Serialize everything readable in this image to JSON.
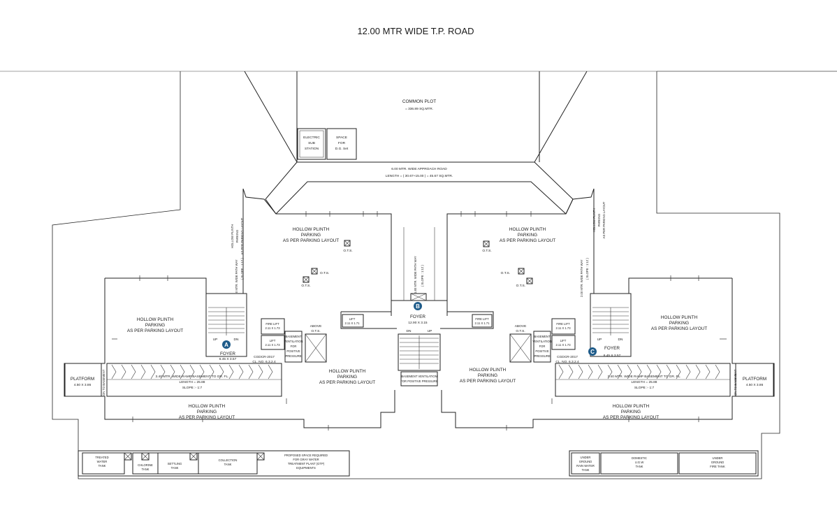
{
  "road": "12.00 MTR WIDE T.P. ROAD",
  "common_plot": {
    "title": "COMMON PLOT",
    "area": "= 336.89 SQ.MTR."
  },
  "electric": [
    "ELECTRIC",
    "SUB",
    "STATION"
  ],
  "dg_set": [
    "SPACE",
    "FOR",
    "D.G. Set"
  ],
  "approach_road": {
    "line1": "6.00 MTR.  WIDE  APPROACH ROAD",
    "line2": "LENGTH = ( 30.67+15.00 ) = 45.67 SQ.MTR."
  },
  "hollow_plinth": [
    "HOLLOW PLINTH",
    "PARKING",
    "AS PER PARKING LAYOUT"
  ],
  "side_parking_left": [
    "HOLLOW PLINTH",
    "PARKING",
    "AS PER PARKING LAYOUT"
  ],
  "side_parking_right": [
    "HOLLOW PLINTH",
    "PARKING",
    "AS PER PARKING LAYOUT"
  ],
  "path_way_2m": [
    "2.00 MTR. WIDE PATH WAY",
    "( SLOPE : 1:12 )"
  ],
  "path_way_180": [
    "1.80 MTR. WIDE PATH WAY",
    "( SLOPE : 1:12 )"
  ],
  "ots": "O.T.S.",
  "above_ots": [
    "ABOVE",
    "O.T.S."
  ],
  "lift": "LIFT",
  "lift_size": "2.11 X 1.71",
  "fire_lift": "FIRE LIFT",
  "lift_small": "2.11 X 1.73",
  "basement_vent": [
    "BASEMENT",
    "VENTILATION",
    "FOR",
    "POSITIVE",
    "PRESSURE"
  ],
  "basement_vent_center": [
    "BASEMENT VENTILATION",
    "FOR POSITIVE PRESSURE"
  ],
  "cgdcr": [
    "CGDCR-2017",
    "CL. NO. 6.3.2.4"
  ],
  "up": "UP",
  "dn": "DN",
  "foyer_a": {
    "badge": "A",
    "name": "FOYER",
    "size": "6.45 X 3.57"
  },
  "foyer_b": {
    "badge": "B",
    "name": "FOYER",
    "size": "12.90 X 3.15"
  },
  "foyer_c": {
    "badge": "C",
    "name": "FOYER",
    "size": "6.45 X 3.57"
  },
  "ramp": [
    "3.40 MTR. WIDE RAMP BASEMENT TO GR. FL.",
    "LENGTH = 25.88",
    "SLOPE :- 1:7"
  ],
  "platform": [
    "PLATFORM",
    "4.50 X 3.86"
  ],
  "on_to_basement": "ON TO BASEMENT",
  "tanks_left": {
    "treated": [
      "TREATED",
      "WATER",
      "TANK"
    ],
    "chlorine": [
      "CHLORINE",
      "TANK"
    ],
    "settling": [
      "SETTLING",
      "TANK"
    ],
    "collection": [
      "COLLECTION",
      "TANK"
    ],
    "gtp": [
      "PROPOSED SPACE REQUIRED",
      "FOR GRAY WATER",
      "TREATMENT PLANT (GTP)",
      "EQUIPMENTS"
    ]
  },
  "tanks_right": {
    "rain": [
      "UNDER",
      "GROUND",
      "RAIN WATER",
      "TANK"
    ],
    "domestic": [
      "DOMESTIC",
      "U.G.W",
      "TANK"
    ],
    "fire": [
      "UNDER",
      "GROUND",
      "FIRE TANK"
    ]
  }
}
